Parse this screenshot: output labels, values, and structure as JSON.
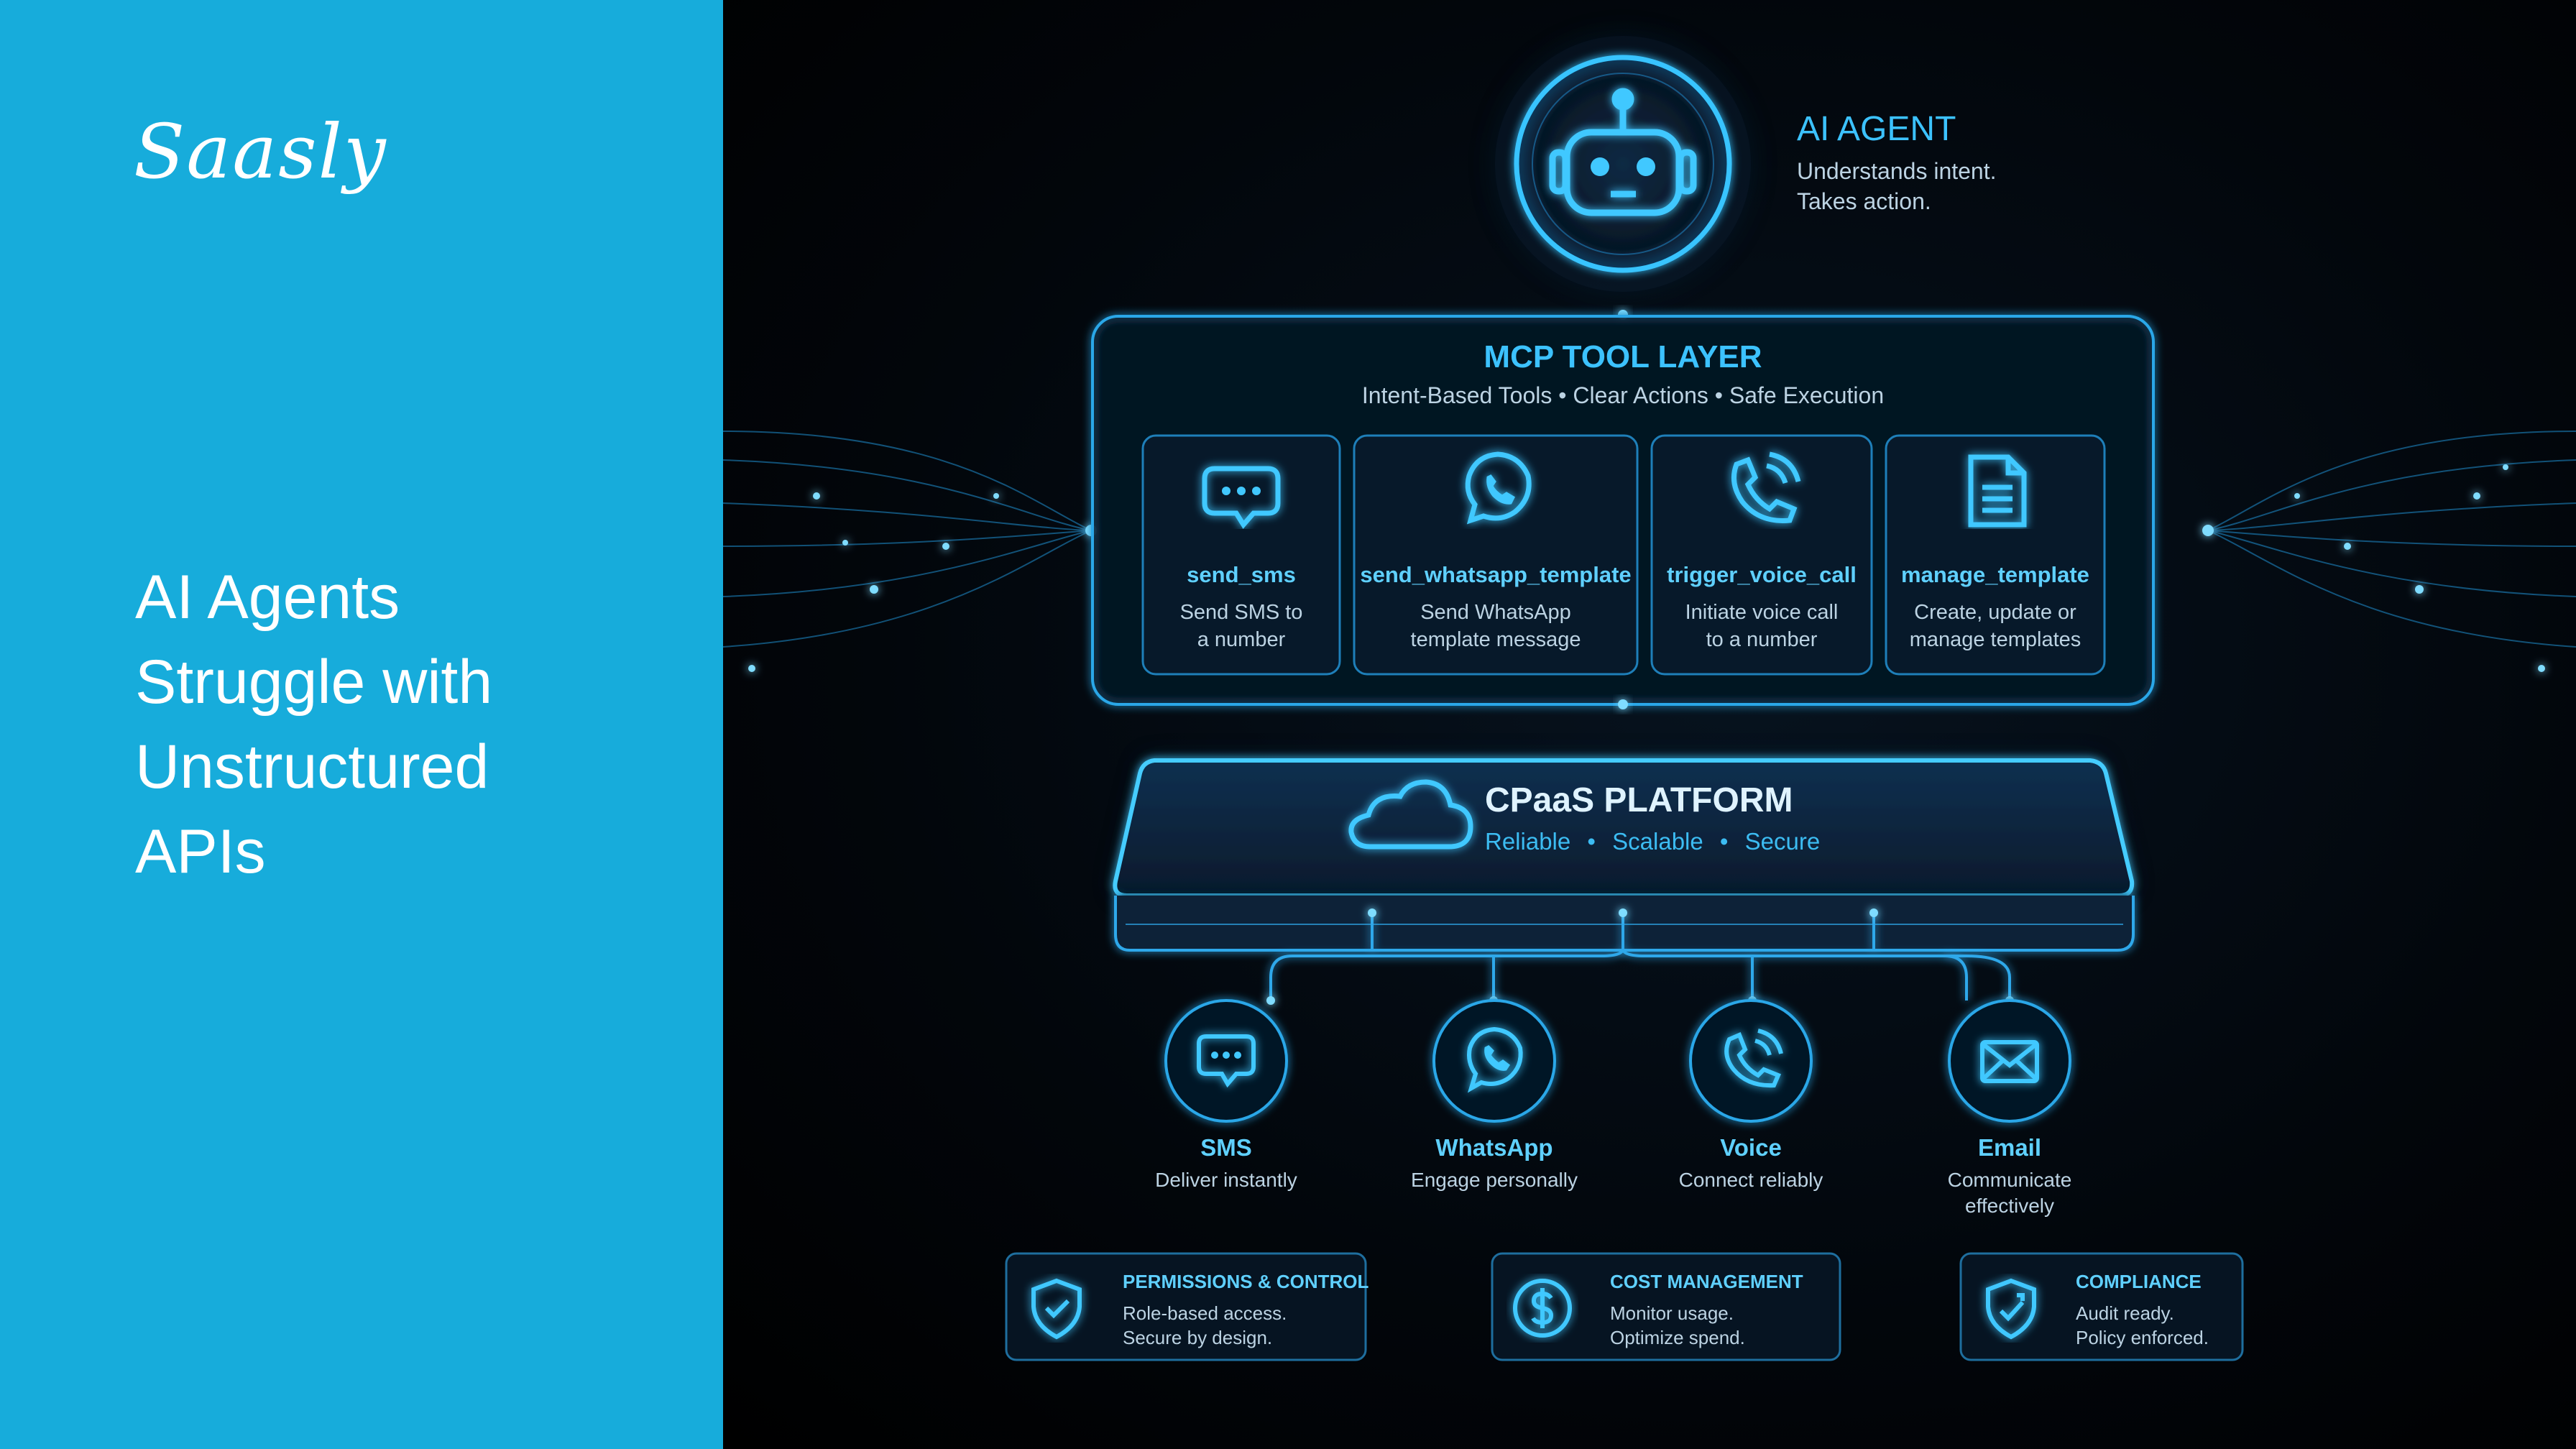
{
  "brand": {
    "logo_text": "Saasly"
  },
  "headline": {
    "lines": [
      "AI Agents",
      "Struggle with",
      "Unstructured",
      "APIs"
    ]
  },
  "agent": {
    "title": "AI AGENT",
    "line1": "Understands intent.",
    "line2": "Takes action."
  },
  "mcp": {
    "title": "MCP TOOL LAYER",
    "subtitle": "Intent-Based Tools • Clear Actions • Safe Execution",
    "tools": [
      {
        "icon": "chat-bubble-icon",
        "name": "send_sms",
        "desc1": "Send SMS to",
        "desc2": "a number"
      },
      {
        "icon": "whatsapp-icon",
        "name": "send_whatsapp_template",
        "desc1": "Send WhatsApp",
        "desc2": "template message"
      },
      {
        "icon": "phone-call-icon",
        "name": "trigger_voice_call",
        "desc1": "Initiate voice call",
        "desc2": "to a number"
      },
      {
        "icon": "document-icon",
        "name": "manage_template",
        "desc1": "Create, update or",
        "desc2": "manage templates"
      }
    ]
  },
  "platform": {
    "title": "CPaaS PLATFORM",
    "tag1": "Reliable",
    "tag2": "Scalable",
    "tag3": "Secure",
    "sep": "•"
  },
  "channels": [
    {
      "icon": "chat-bubble-icon",
      "name": "SMS",
      "desc1": "Deliver instantly",
      "desc2": ""
    },
    {
      "icon": "whatsapp-icon",
      "name": "WhatsApp",
      "desc1": "Engage personally",
      "desc2": ""
    },
    {
      "icon": "phone-call-icon",
      "name": "Voice",
      "desc1": "Connect reliably",
      "desc2": ""
    },
    {
      "icon": "envelope-icon",
      "name": "Email",
      "desc1": "Communicate",
      "desc2": "effectively"
    }
  ],
  "features": [
    {
      "icon": "shield-check-icon",
      "title": "PERMISSIONS & CONTROL",
      "line1": "Role-based access.",
      "line2": "Secure by design."
    },
    {
      "icon": "dollar-icon",
      "title": "COST MANAGEMENT",
      "line1": "Monitor usage.",
      "line2": "Optimize spend."
    },
    {
      "icon": "shield-compliance-icon",
      "title": "COMPLIANCE",
      "line1": "Audit ready.",
      "line2": "Policy enforced."
    }
  ],
  "colors": {
    "panel": "#17acdb",
    "glow": "#2fb8ff",
    "background": "#02060b"
  }
}
